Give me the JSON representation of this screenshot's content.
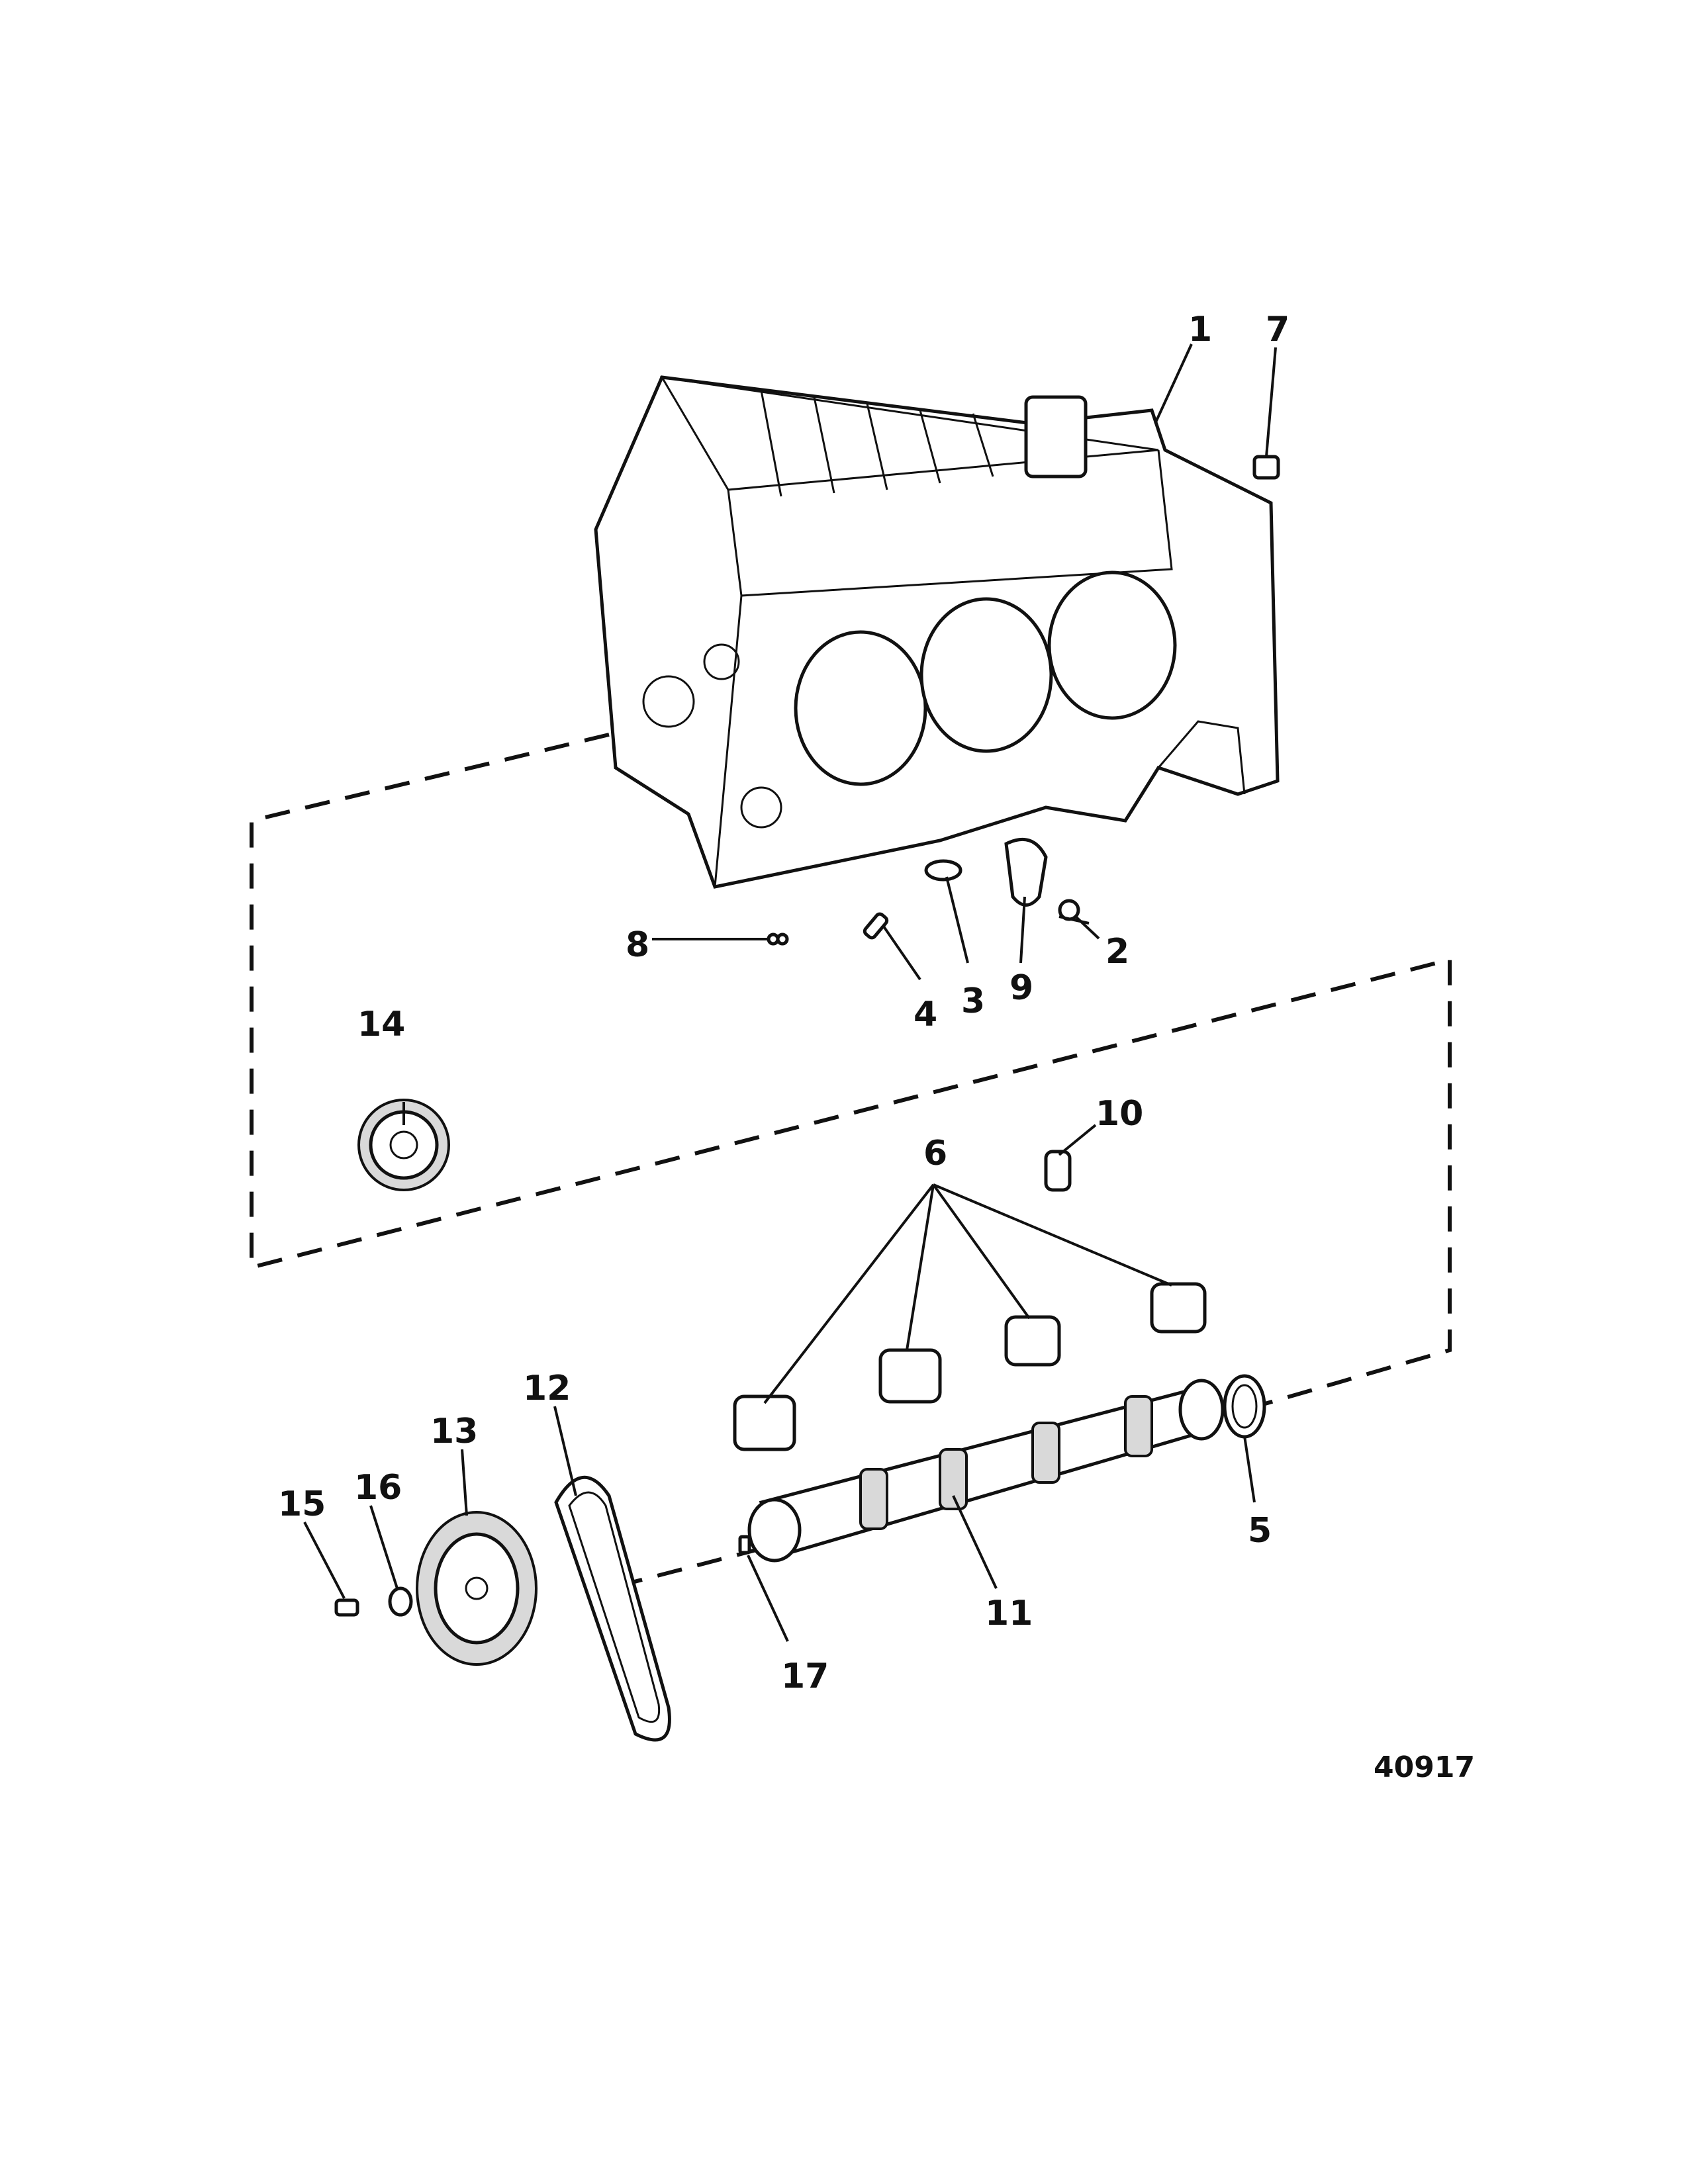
{
  "callouts": {
    "c1": "1",
    "c2": "2",
    "c3": "3",
    "c4": "4",
    "c5": "5",
    "c6": "6",
    "c7": "7",
    "c8": "8",
    "c9": "9",
    "c10": "10",
    "c11": "11",
    "c12": "12",
    "c13": "13",
    "c14": "14",
    "c15": "15",
    "c16": "16",
    "c17": "17"
  },
  "reference_number": "40917"
}
